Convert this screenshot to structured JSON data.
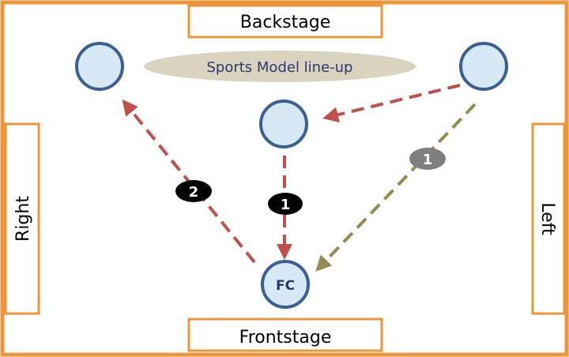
{
  "colors": {
    "stage_border": "#f0943a",
    "circle_fill": "#d6e9f5",
    "circle_stroke": "#3a5f93",
    "pill_fill": "#d9d3bf",
    "red_arrow": "#c0504d",
    "olive_arrow": "#948a54",
    "badge_black": "#000000",
    "badge_gray": "#7f7f7f"
  },
  "labels": {
    "backstage": "Backstage",
    "frontstage": "Frontstage",
    "right": "Right",
    "left": "Left",
    "lineup": "Sports Model line-up",
    "fc": "FC"
  },
  "badges": {
    "center": "1",
    "left_path": "2",
    "right_path": "1"
  }
}
